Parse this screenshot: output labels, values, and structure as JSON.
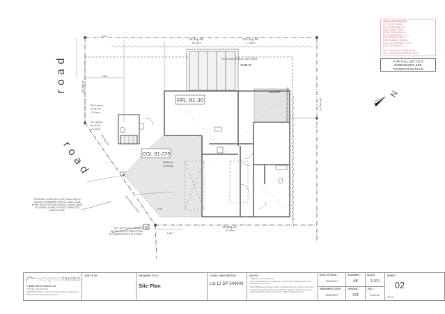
{
  "drawing": {
    "road_label_top": "road",
    "road_label_bottom": "road",
    "ffl_label": "FFL 81.30",
    "cgl_label": "CGL 81.075",
    "designated_building_area": "DESIGNATED BUILDING AREA",
    "designated_building_area_side": "DESIGNATED BUILDING AREA",
    "area_deck": "17.82 m²",
    "area_patio": "12.11 m²",
    "area_driveway": "26.16 m²",
    "driveway_label": "Driveway",
    "north_label": "N",
    "boundary_top_left": "25 deg 56'",
    "boundary_top_left_len": "25.59m",
    "boundary_top_right": "115 deg 56'",
    "boundary_top_right_len": "17.50m",
    "boundary_bottom": "25 deg 13'",
    "boundary_bottom_len": "15.25m",
    "boundary_left": "295 deg 56'",
    "boundary_left_len": "3.23m",
    "boundary_diag": "324 deg 48'",
    "boundary_diag_len": "8.07m",
    "boundary_right": "295 deg 13'",
    "boundary_right_len": "17.50m",
    "dim_top": "3.471",
    "dim_mid": "3.894",
    "dim_side_right": "1.755",
    "dim_bottom_small": "1.861",
    "dim_diag_small": "2.056",
    "sw_lateral": [
      "SW Lateral",
      "RL 80.78",
      "1.5 deep"
    ],
    "ss_lateral": [
      "SS Lateral",
      "RL 80.61",
      "1.5 deep"
    ],
    "sump_label": "Sump",
    "fall_label": "Fall",
    "existing_access": "EXISTING ACCESS",
    "water_meter": "W",
    "driveway_note": "DRIVEWAY CONSTRUCTION: 100mm-200mm UNLESS OTHERWISE STATED. CONC. SLAB REINFORCED WITH 665 SEISMIC GRADE MESH ON 100MM LAYERS OF AP40 COMPACTED BASECOURSE",
    "site_setout_note": "SITE SET OUT & ASSUMED DATUM: RL81.15 TAKEN FROM NCC WATER METER AT STREET"
  },
  "legal_box": {
    "title": "LEGAL DESCRIPTION",
    "lines": [
      "LOT 12 DP 504609",
      "SITE AREA:          436.1 m²",
      "WIND ZONE:          HIGH",
      "ZONE:               RESIDENTIAL",
      "ROLL VALUATION:     ------------",
      "EXPOSURE ZONE:      C",
      "EARTHQUAKE ZONE:    2",
      "BLDG COVERAGE:      37.27%",
      "SITE COVERAGE:      ------"
    ],
    "ffl": "FFL - FINISHED FLOOR LEVEL",
    "fgl": "FGL - FINISHED GROUND LEVEL"
  },
  "fullset_note": [
    "FOR FULL SET OUT",
    "DIMENSIONS SEE",
    "FOUNDATION PLAN"
  ],
  "title_block": {
    "brand": "evergreen",
    "brand_suffix": "homes",
    "copyright": "© Mike Greer Homes Ltd",
    "contact": [
      "PHONE:     (03) 834 0373",
      "ADDRESS:  Shop 2, 2/2 Lower Queen Street, Richmond",
      "WEB:        www.evergreenhomes.co.nz"
    ],
    "job_title_label": "JOB TITLE :",
    "job_title": "",
    "drawing_title_label": "DRAWING TITLE :",
    "drawing_title": "Site Plan",
    "legal_description_label": "LEGAL DESCRIPTION :",
    "legal_description": "Lot 12 DP 504609",
    "notes_label": "NOTES :",
    "notes": [
      "- Subject to council approval",
      "- All measurements to be confirmed on site by the contractor prior to the commencement of work.",
      "© 2016 Mike Greer Homes Limited. All rights reserved. No part of this work covered by copyright may be reproduced or copied in any form or by any means without the written permission of Mike Greer Homes Ltd"
    ],
    "date_of_issue_label": "DATE OF ISSUE :",
    "date_of_issue": "23/02/2017",
    "designer_label": "DESIGNER :",
    "designer": "AB",
    "scale_label": "SCALE :",
    "scale": "1:100",
    "amendment_date_label": "AMENDMENT DATE :",
    "amendment_date": "23/02/2017",
    "version_label": "VERSION :",
    "version": "V01",
    "job_no_label": "JOB # :",
    "job_no": "#Job No",
    "sheet_label": "SHEET",
    "sheet": "02",
    "sheet_of": "OF 22"
  }
}
